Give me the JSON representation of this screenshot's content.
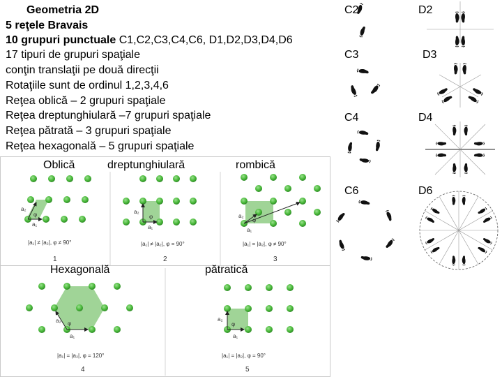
{
  "left": {
    "title": "Geometria 2D",
    "line2": "5 reţele Bravais",
    "line3_bold": "10 grupuri punctuale",
    "line3_rest": " C1,C2,C3,C4,C6, D1,D2,D3,D4,D6",
    "line4": "17 tipuri de grupuri spaţiale",
    "line5": "conţin translaţii pe două direcţii",
    "line6": "Rotaţiile sunt de ordinul 1,2,3,4,6",
    "line7": "Reţea oblică – 2 grupuri spaţiale",
    "line8": "Reţea dreptunghiulară –7 grupuri spaţiale",
    "line9": "Reţea pătrată – 3 grupuri spaţiale",
    "line10": "Reţea hexagonală – 5 grupuri spaţiale"
  },
  "lattices": {
    "labels": {
      "oblique": "Oblică",
      "rect": "dreptunghiulară",
      "rhombic": "rombică",
      "hex": "Hexagonală",
      "square": "pătratică"
    },
    "captions": {
      "p1": "|a₁| ≠ |a₂|, φ ≠ 90°",
      "p2": "|a₁| ≠ |a₂|, φ = 90°",
      "p3": "|a₁| = |a₂|, φ ≠ 90°",
      "p4": "|a₁| = |a₂|, φ = 120°",
      "p5": "|a₁| = |a₂|, φ = 90°"
    },
    "numbers": {
      "p1": "1",
      "p2": "2",
      "p3": "3",
      "p4": "4",
      "p5": "5"
    },
    "vec": {
      "a1": "a₁",
      "a2": "a₂",
      "phi": "φ"
    }
  },
  "groups": {
    "c2": "C2",
    "d2": "D2",
    "c3": "C3",
    "d3": "D3",
    "c4": "C4",
    "d4": "D4",
    "c6": "C6",
    "d6": "D6"
  },
  "colors": {
    "atom": "#4cbb3c",
    "atom_edge": "#2e8a26",
    "cell": "#8fcd85",
    "motif": "#111111"
  }
}
